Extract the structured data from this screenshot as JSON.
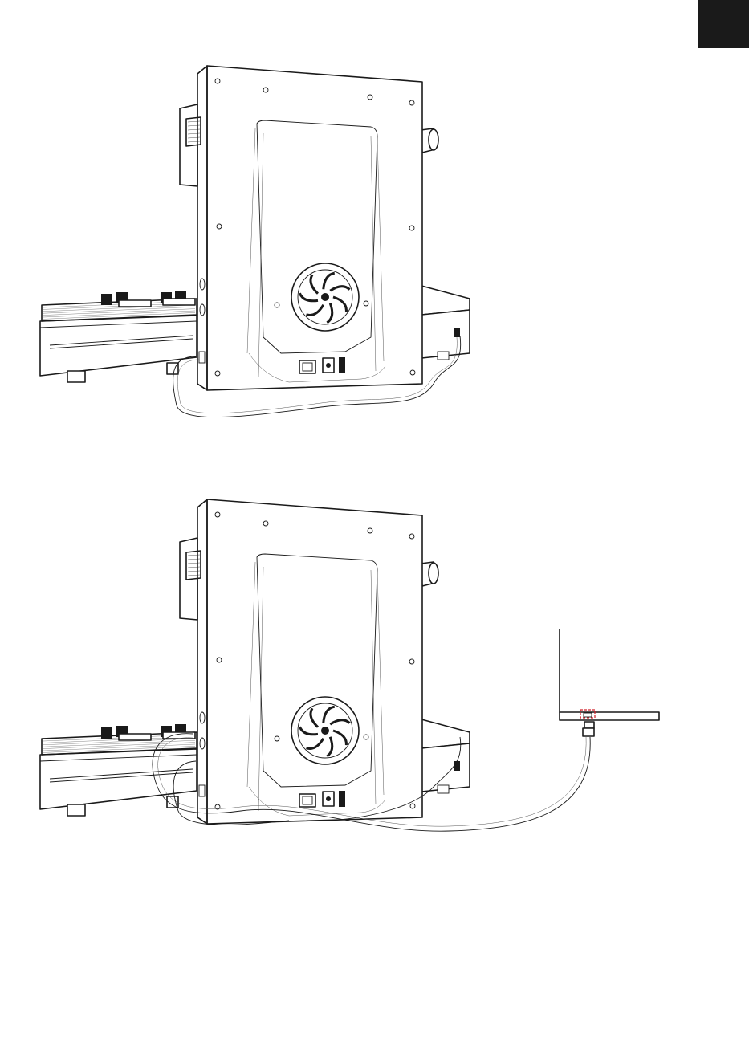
{
  "colors": {
    "line": "#1a1a1a",
    "background": "#ffffff",
    "page_tab": "#1a1a1a",
    "port_highlight": "#d0202a"
  },
  "figures": [
    {
      "id": "figure-1",
      "cable_to_external": false
    },
    {
      "id": "figure-2",
      "cable_to_external": true
    }
  ],
  "icons": [
    "page-tab-marker",
    "unit-enclosure",
    "fan-icon",
    "power-switch-icon",
    "dc-jack-icon",
    "usb-cable",
    "laptop-icon",
    "usb-port-highlight"
  ]
}
